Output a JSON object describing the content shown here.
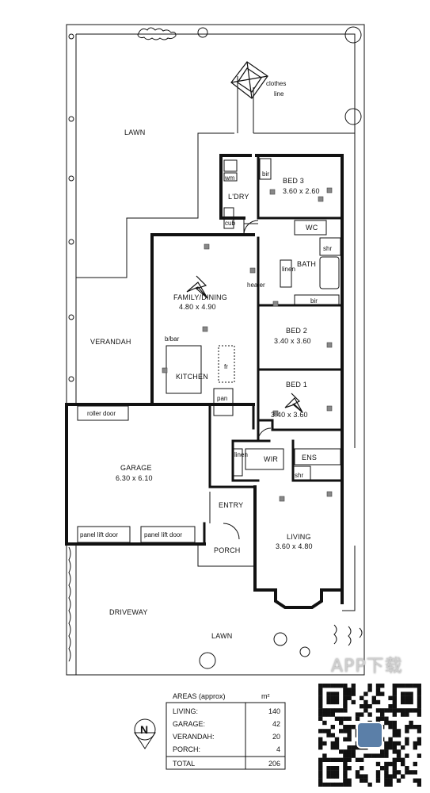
{
  "rooms": {
    "lawn_back": "LAWN",
    "clothes_line": [
      "clothes",
      "line"
    ],
    "bed3": {
      "name": "BED 3",
      "size": "3.60 x 2.60"
    },
    "bir1": "bir",
    "wm": "wm",
    "laundry": "L'DRY",
    "cub": "cub",
    "wc": "WC",
    "shr1": "shr",
    "bath": "BATH",
    "linen1": "linen",
    "bir2": "bir",
    "heater": "heater",
    "family": {
      "name": "FAMILY/DINING",
      "size": "4.80 x 4.90"
    },
    "verandah": "VERANDAH",
    "bbar": "b/bar",
    "kitchen": "KITCHEN",
    "fr": "fr",
    "pan": "pan",
    "bed2": {
      "name": "BED 2",
      "size": "3.40 x 3.60"
    },
    "bed1": {
      "name": "BED 1",
      "size": "3.40 x 3.60"
    },
    "roller_door": "roller door",
    "garage": {
      "name": "GARAGE",
      "size": "6.30 x 6.10"
    },
    "linen2": "linen",
    "wir": "WIR",
    "ens": "ENS",
    "shr2": "shr",
    "entry": "ENTRY",
    "living": {
      "name": "LIVING",
      "size": "3.60 x 4.80"
    },
    "panel1": "panel lift door",
    "panel2": "panel lift door",
    "porch": "PORCH",
    "driveway": "DRIVEWAY",
    "lawn_front": "LAWN"
  },
  "areas_table": {
    "title": "AREAS (approx)",
    "unit": "m²",
    "rows": [
      {
        "label": "LIVING:",
        "value": 140
      },
      {
        "label": "GARAGE:",
        "value": 42
      },
      {
        "label": "VERANDAH:",
        "value": 20
      },
      {
        "label": "PORCH:",
        "value": 4
      }
    ],
    "total": {
      "label": "TOTAL",
      "value": 206
    }
  },
  "north": "N",
  "watermark": "APP下载"
}
